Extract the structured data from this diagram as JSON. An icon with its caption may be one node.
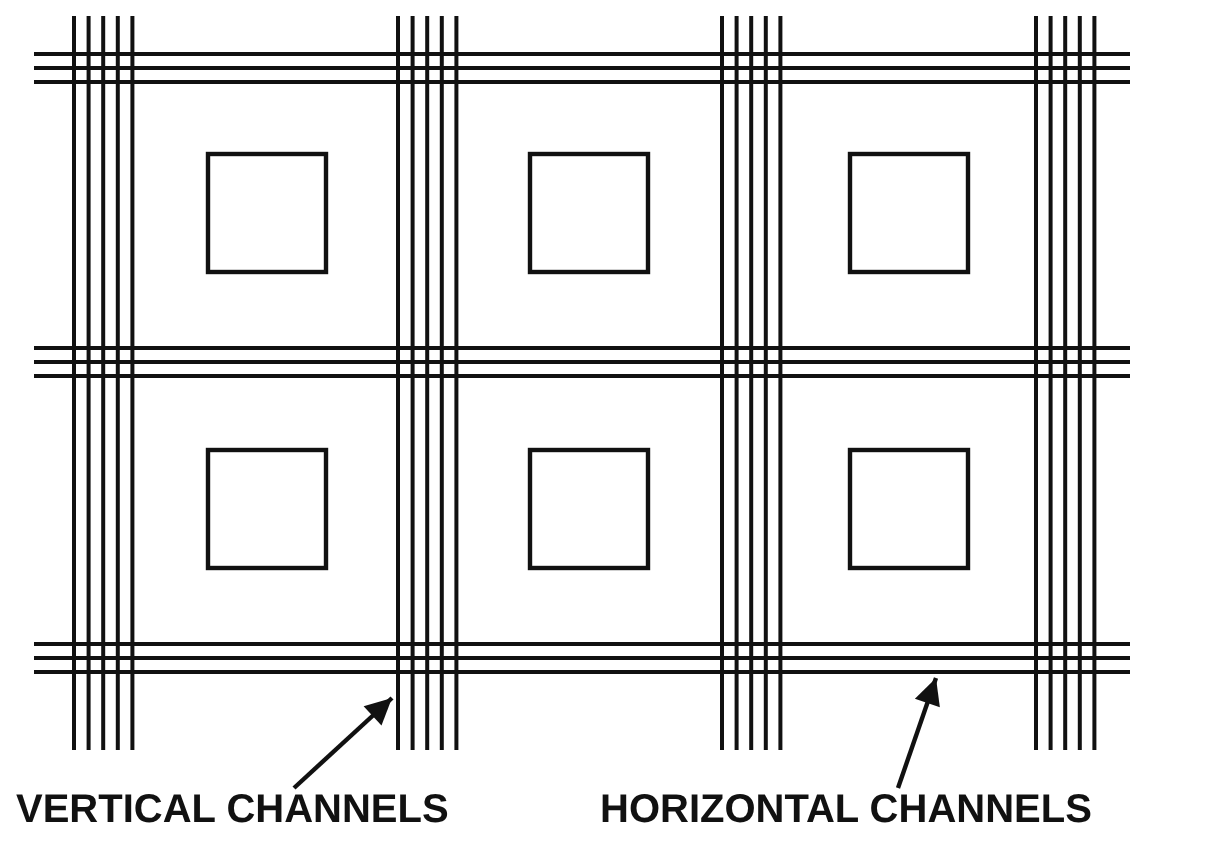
{
  "diagram": {
    "nodes": [
      {
        "text": [
          "VERTICAL CHANNELS"
        ]
      },
      {
        "text": [
          "HORIZONTAL CHANNELS"
        ]
      }
    ],
    "edges": [
      {
        "from": 0,
        "to": null,
        "arrow": "to"
      },
      {
        "from": 1,
        "to": null,
        "arrow": "to"
      }
    ]
  }
}
